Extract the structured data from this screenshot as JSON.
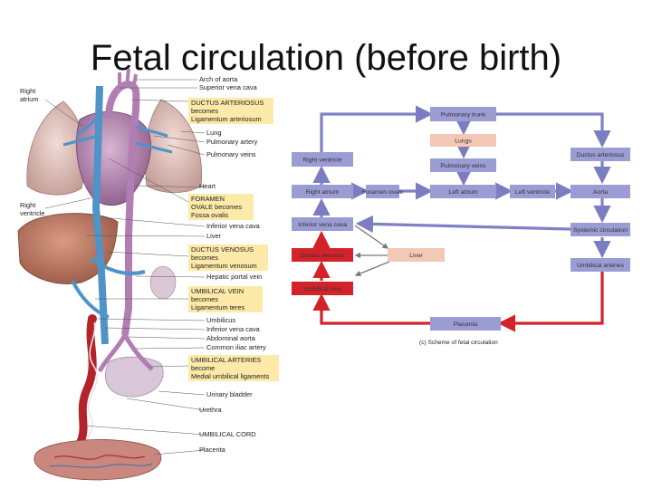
{
  "slide": {
    "title": "Fetal circulation (before birth)"
  },
  "anatomy": {
    "left_labels": {
      "right_atrium": "Right\natrium",
      "right_ventricle": "Right\nventricle"
    },
    "labels": [
      {
        "key": "arch",
        "lines": [
          "Arch of aorta"
        ]
      },
      {
        "key": "svc",
        "lines": [
          "Superior vena cava"
        ]
      },
      {
        "key": "ductus_arteriosus",
        "lines": [
          "DUCTUS ARTERIOSUS",
          "becomes",
          "Ligamentum arteriosum"
        ],
        "highlight": true
      },
      {
        "key": "lung",
        "lines": [
          "Lung"
        ]
      },
      {
        "key": "pulm_artery",
        "lines": [
          "Pulmonary artery"
        ]
      },
      {
        "key": "pulm_veins",
        "lines": [
          "Pulmonary veins"
        ]
      },
      {
        "key": "heart",
        "lines": [
          "Heart"
        ]
      },
      {
        "key": "foramen",
        "lines": [
          "FORAMEN",
          "OVALE becomes",
          "Fossa ovalis"
        ],
        "highlight": true
      },
      {
        "key": "ivc1",
        "lines": [
          "Inferior vena cava"
        ]
      },
      {
        "key": "liver",
        "lines": [
          "Liver"
        ]
      },
      {
        "key": "ductus_venosus",
        "lines": [
          "DUCTUS VENOSUS",
          "becomes",
          "Ligamentum venosum"
        ],
        "highlight": true
      },
      {
        "key": "hepatic",
        "lines": [
          "Hepatic portal vein"
        ]
      },
      {
        "key": "umb_vein",
        "lines": [
          "UMBILICAL VEIN",
          "becomes",
          "Ligamentum teres"
        ],
        "highlight": true
      },
      {
        "key": "umbilicus",
        "lines": [
          "Umbilicus"
        ]
      },
      {
        "key": "ivc2",
        "lines": [
          "Inferior vena cava"
        ]
      },
      {
        "key": "abd_aorta",
        "lines": [
          "Abdominal aorta"
        ]
      },
      {
        "key": "iliac",
        "lines": [
          "Common iliac artery"
        ]
      },
      {
        "key": "umb_arteries",
        "lines": [
          "UMBILICAL ARTERIES",
          "become",
          "Medial umbilical ligaments"
        ],
        "highlight": true
      },
      {
        "key": "bladder",
        "lines": [
          "Urinary bladder"
        ]
      },
      {
        "key": "urethra",
        "lines": [
          "Urethra"
        ]
      },
      {
        "key": "cord",
        "lines": [
          "UMBILICAL CORD"
        ]
      },
      {
        "key": "placenta",
        "lines": [
          "Placenta"
        ]
      }
    ]
  },
  "scheme": {
    "caption": "(c) Scheme of fetal circulation",
    "boxes": {
      "pulmonary_trunk": "Pulmonary trunk",
      "lungs": "Lungs",
      "pulmonary_veins": "Pulmonary veins",
      "right_ventricle": "Right ventricle",
      "right_atrium": "Right atrium",
      "foramen_ovale": "Foramen ovale",
      "left_atrium": "Left atrium",
      "left_ventricle": "Left ventricle",
      "aorta": "Aorta",
      "ductus_arteriosus": "Ductus arteriosus",
      "inferior_vena_cava": "Inferior vena cava",
      "systemic_circulation": "Systemic circulation",
      "ductus_venosus": "Ductus venosus",
      "liver": "Liver",
      "umbilical_arteries": "Umbilical arteries",
      "umbilical_vein": "Umbilical vein",
      "placenta": "Placenta"
    },
    "colors": {
      "blue_box": "#9a9cd3",
      "blue_arrow": "#8081c4",
      "red": "#d2232a",
      "pink": "#f3c9b5"
    }
  }
}
